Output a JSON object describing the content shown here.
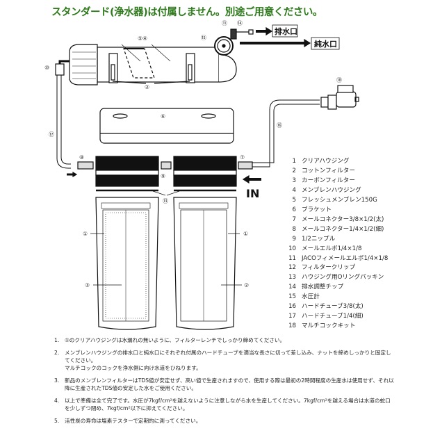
{
  "title": "スタンダード(浄水器)は付属しません。別途ご用意ください。",
  "title_color": "#2f7a1c",
  "diagram": {
    "callouts": {
      "c1a": "①",
      "c1b": "①",
      "c2": "②",
      "c2b": "②",
      "c3": "③",
      "c4": "④",
      "c5": "⑤",
      "c6": "⑥",
      "c7": "⑦",
      "c8": "⑧",
      "c9": "⑨",
      "c10": "⑩",
      "c11": "⑪",
      "c13": "⑬",
      "c14": "⑭",
      "c15": "⑮",
      "c16": "⑯",
      "c17": "⑰",
      "c18": "⑱"
    },
    "drain_outlet": "排水口",
    "pure_outlet": "純水口",
    "inlet": "IN"
  },
  "parts": [
    {
      "num": "1",
      "name": "クリアハウジング"
    },
    {
      "num": "2",
      "name": "コットンフィルター"
    },
    {
      "num": "3",
      "name": "カーボンフィルター"
    },
    {
      "num": "4",
      "name": "メンブレンハウジング"
    },
    {
      "num": "5",
      "name": "フレッシュメンブレン150G"
    },
    {
      "num": "6",
      "name": "ブラケット"
    },
    {
      "num": "7",
      "name": "メールコネクター3/8×1/2(太)"
    },
    {
      "num": "8",
      "name": "メールコネクター1/4×1/2(細)"
    },
    {
      "num": "9",
      "name": "1/2ニップル"
    },
    {
      "num": "10",
      "name": "メールエルボ1/4×1/8"
    },
    {
      "num": "11",
      "name": "JACOフィメールエルボ1/4×1/8"
    },
    {
      "num": "12",
      "name": "フィルタークリップ"
    },
    {
      "num": "13",
      "name": "ハウジング用Oリングパッキン"
    },
    {
      "num": "14",
      "name": "排水調整チップ"
    },
    {
      "num": "15",
      "name": "水圧計"
    },
    {
      "num": "16",
      "name": "ハードチューブ3/8(太)"
    },
    {
      "num": "17",
      "name": "ハードチューブ1/4(細)"
    },
    {
      "num": "18",
      "name": "マルチコックキット"
    }
  ],
  "notes": [
    {
      "num": "1.",
      "lines": [
        "①のクリアハウジングは水漏れの無いように、フィルターレンチでしっかり締めてください。"
      ]
    },
    {
      "num": "2.",
      "lines": [
        "メンブレンハウジングの排水口と純水口にそれぞれ付属のハードチューブを適当な長さに切って差し込み、ナットを締めしっかりと固定してください。",
        "マルチコックのコックを浄水側に向け水道をひねります。"
      ]
    },
    {
      "num": "3.",
      "lines": [
        "新品のメンブレンフィルターはTDS値が安定せず、高い値で生産されますので、使用する際は最初の2時間程度の生産水は使用せず、それ以降に生産されたTDS値の安定した水をご使用ください。"
      ]
    },
    {
      "num": "4.",
      "lines": [
        "以上で準備は全て完了です。水圧が7kgf/cm²を越えないように注意しながら水を生産してください。7kgf/cm²を越える場合は水道の蛇口を少しずつ閉め、7kgf/cm²以下に抑えてください。"
      ]
    },
    {
      "num": "5.",
      "lines": [
        "活性炭の寿命は塩素テスターで定期的に測ってください。"
      ]
    }
  ]
}
